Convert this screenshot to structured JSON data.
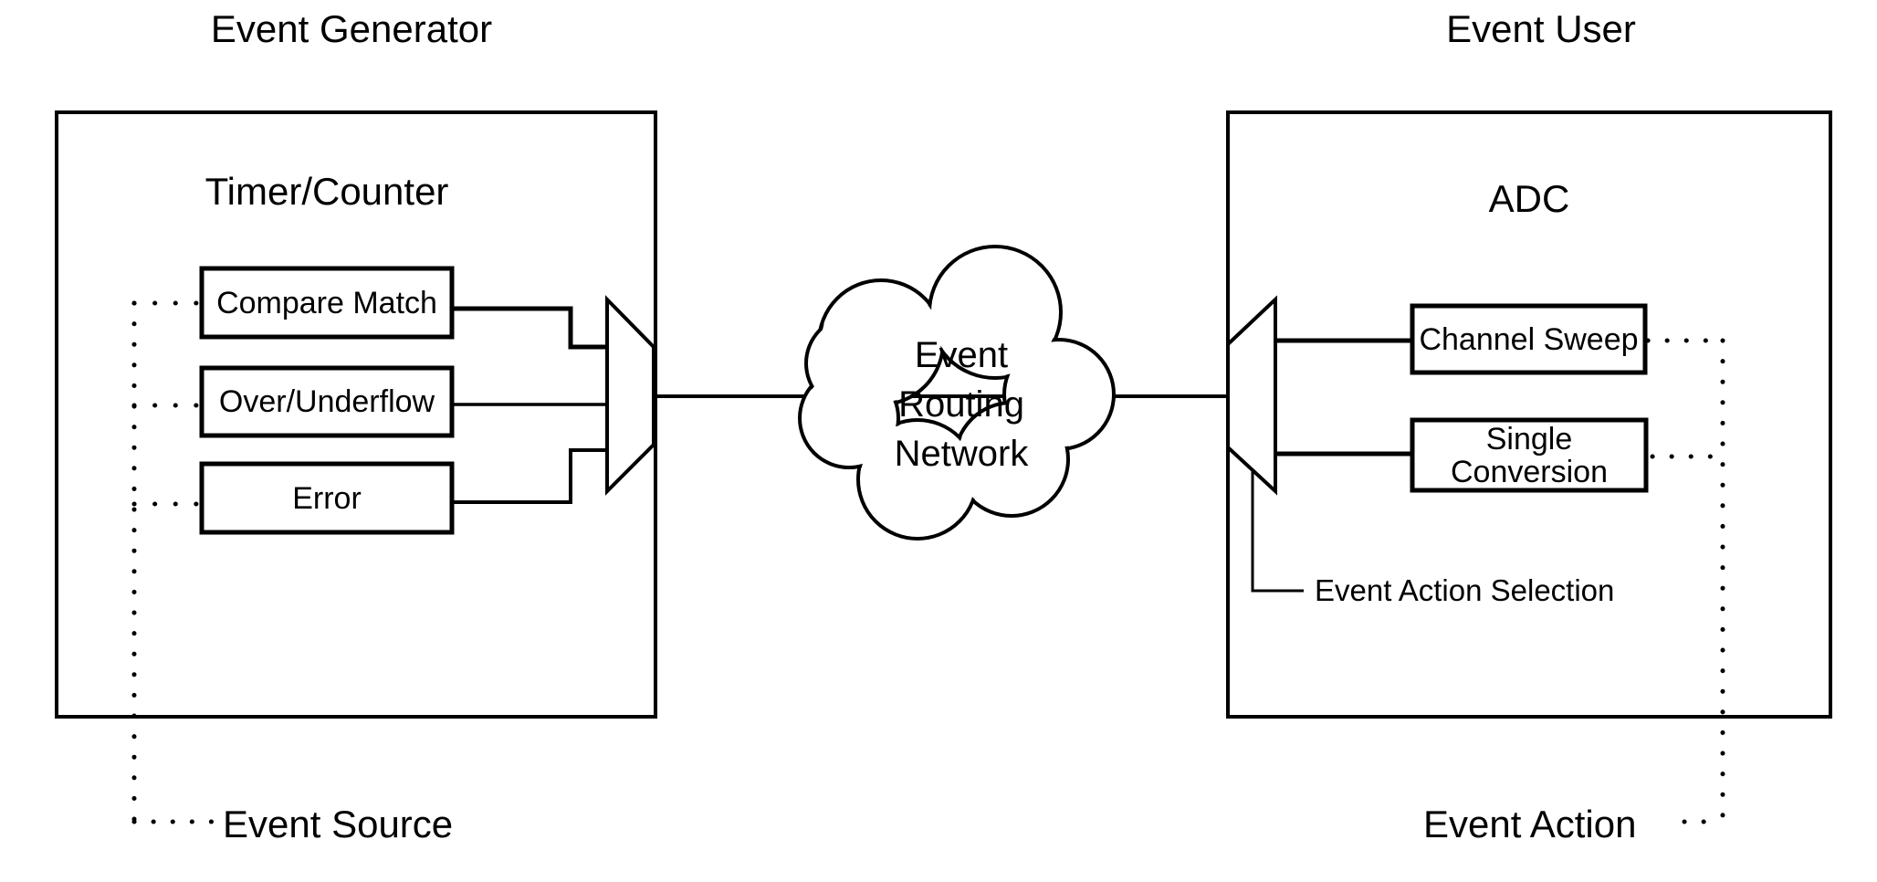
{
  "diagram": {
    "generator_title": "Event Generator",
    "user_title": "Event User",
    "timer_counter": {
      "title": "Timer/Counter",
      "sources": [
        "Compare Match",
        "Over/Underflow",
        "Error"
      ]
    },
    "adc": {
      "title": "ADC",
      "actions": [
        "Channel Sweep",
        "Single Conversion"
      ]
    },
    "cloud": {
      "lines": [
        "Event",
        "Routing",
        "Network"
      ]
    },
    "event_action_selection_label": "Event Action Selection",
    "event_source_label": "Event Source",
    "event_action_label": "Event Action",
    "colors": {
      "line": "#000000",
      "background": "#ffffff"
    }
  }
}
